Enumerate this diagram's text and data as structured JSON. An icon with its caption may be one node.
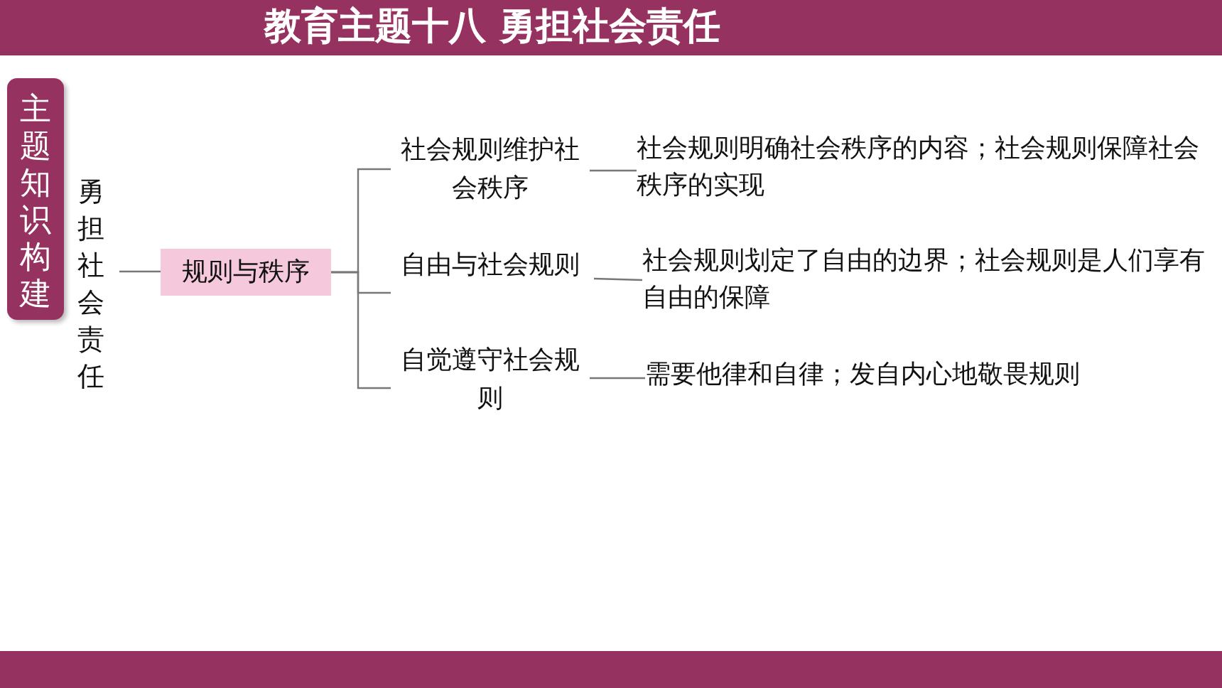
{
  "diagram": {
    "title": "教育主题十八 勇担社会责任",
    "nodes": [
      {
        "text": [
          "主题知识构建"
        ]
      },
      {
        "text": [
          "勇担社会责任"
        ]
      },
      {
        "text": [
          "规则与秩序"
        ]
      },
      {
        "text": [
          "社会规则维护社会秩序"
        ]
      },
      {
        "text": [
          "自由与社会规则"
        ]
      },
      {
        "text": [
          "自觉遵守社会规则"
        ]
      },
      {
        "text": [
          "社会规则明确社会秩序的内容；社会规则保障社会秩序的实现"
        ]
      },
      {
        "text": [
          "社会规则划定了自由的边界；社会规则是人们享有自由的保障"
        ]
      },
      {
        "text": [
          "需要他律和自律；发自内心地敬畏规则"
        ]
      }
    ],
    "edges": [
      {
        "from": 1,
        "to": 2,
        "arrow": "none"
      },
      {
        "from": 2,
        "to": 3,
        "arrow": "none"
      },
      {
        "from": 2,
        "to": 4,
        "arrow": "none"
      },
      {
        "from": 2,
        "to": 5,
        "arrow": "none"
      },
      {
        "from": 3,
        "to": 6,
        "arrow": "none"
      },
      {
        "from": 4,
        "to": 7,
        "arrow": "none"
      },
      {
        "from": 5,
        "to": 8,
        "arrow": "none"
      }
    ]
  }
}
